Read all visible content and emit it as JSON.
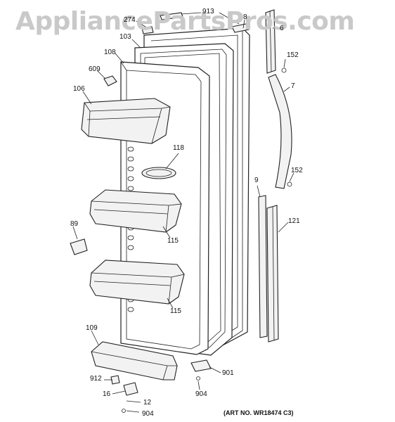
{
  "watermark": "AppliancePartsPros.com",
  "art_number": "(ART NO. WR18474 C3)",
  "callouts": {
    "c913": "913",
    "c274": "274",
    "c8": "8",
    "c6": "6",
    "c103": "103",
    "c108": "108",
    "c609": "609",
    "c106": "106",
    "c152a": "152",
    "c7": "7",
    "c118": "118",
    "c152b": "152",
    "c9": "9",
    "c121": "121",
    "c89": "89",
    "c115a": "115",
    "c115b": "115",
    "c109": "109",
    "c901": "901",
    "c912": "912",
    "c16": "16",
    "c12": "12",
    "c904a": "904",
    "c904b": "904"
  }
}
